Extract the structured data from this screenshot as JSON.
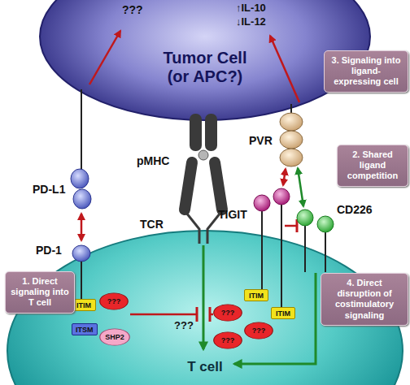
{
  "diagram": {
    "nodes": [
      {
        "text": [
          "Tumor Cell (or APC?)"
        ]
      },
      {
        "text": [
          "3. Signaling into ligand-expressing cell"
        ]
      },
      {
        "text": [
          "2. Shared ligand competition"
        ]
      },
      {
        "text": [
          "T cell"
        ]
      },
      {
        "text": [
          "1. Direct signaling into T cell"
        ]
      },
      {
        "text": [
          "4. Direct disruption of costimulatory signaling"
        ]
      },
      {
        "text": [
          "ITIM"
        ],
        "in": 3
      },
      {
        "text": [
          "???"
        ],
        "in": 3
      },
      {
        "text": [
          "ITSM"
        ],
        "in": 3
      },
      {
        "text": [
          "SHP2"
        ],
        "in": 3
      },
      {
        "text": [
          "ITIM"
        ],
        "in": 3
      },
      {
        "text": [
          "???"
        ],
        "in": 3
      },
      {
        "text": [
          "ITIM"
        ],
        "in": 3
      },
      {
        "text": [
          "???"
        ],
        "in": 3
      },
      {
        "text": [
          "???"
        ],
        "in": 3
      }
    ],
    "labels": [
      "???",
      "↑IL-10",
      "↓IL-12",
      "PD-L1",
      "pMHC",
      "PVR",
      "TIGIT",
      "TCR",
      "CD226",
      "PD-1",
      "???"
    ]
  }
}
